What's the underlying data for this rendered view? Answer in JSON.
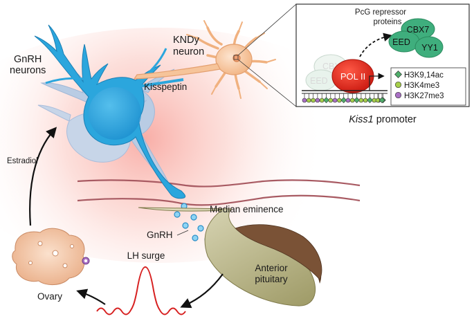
{
  "labels": {
    "gnrh_neurons_line1": "GnRH",
    "gnrh_neurons_line2": "neurons",
    "kndy_line1": "KNDy",
    "kndy_line2": "neuron",
    "kisspeptin": "Kisspeptin",
    "estradiol": "Estradiol",
    "median_eminence": "Median eminence",
    "gnrh": "GnRH",
    "anterior_pituitary_line1": "Anterior",
    "anterior_pituitary_line2": "pituitary",
    "lh_surge": "LH surge",
    "ovary": "Ovary"
  },
  "inset": {
    "pcg_line1": "PcG repressor",
    "pcg_line2": "proteins",
    "proteins": {
      "cbx7": "CBX7",
      "eed": "EED",
      "yy1": "YY1"
    },
    "ghost_proteins": {
      "cbx": "CBX7",
      "eed": "EED"
    },
    "pol2": "POL II",
    "promoter_italic": "Kiss1",
    "promoter_rest": " promoter",
    "legend": [
      {
        "label": "H3K9,14ac",
        "color": "#4fae6a",
        "shape": "diamond"
      },
      {
        "label": "H3K4me3",
        "color": "#a6cf4a",
        "shape": "circle"
      },
      {
        "label": "H3K27me3",
        "color": "#a970c4",
        "shape": "circle"
      }
    ]
  },
  "colors": {
    "gnrh_neuron": "#2ba6dd",
    "gnrh_neuron_ghost": "#b9cce4",
    "kndy_neuron": "#f6c49a",
    "glow": "#f7b0a8",
    "pol2": "#e02a1f",
    "pcg_protein": "#3fae7d",
    "pituitary_anterior": "#b7b385",
    "pituitary_posterior": "#7a5236",
    "ovary": "#f3c6a6",
    "lh_wave": "#d72121"
  }
}
